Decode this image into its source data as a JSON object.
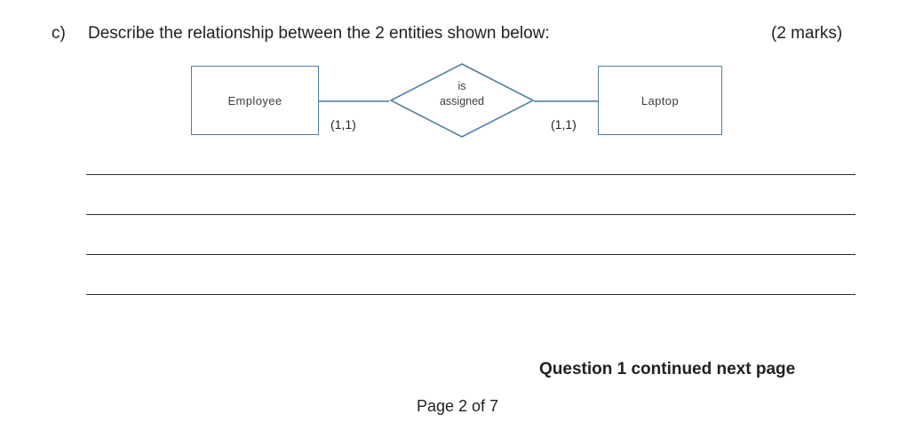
{
  "question": {
    "label": "c)",
    "text": "Describe the relationship between the 2 entities shown below:",
    "marks": "(2 marks)"
  },
  "diagram": {
    "type": "entity-relationship",
    "entity_left": "Employee",
    "entity_right": "Laptop",
    "relationship_line1": "is",
    "relationship_line2": "assigned",
    "cardinality_left": "(1,1)",
    "cardinality_right": "(1,1)",
    "line_color": "#4f81a3"
  },
  "answer_lines": [
    "",
    "",
    "",
    ""
  ],
  "footer": {
    "continued_note": "Question 1 continued next page",
    "page_number": "Page 2 of 7"
  }
}
